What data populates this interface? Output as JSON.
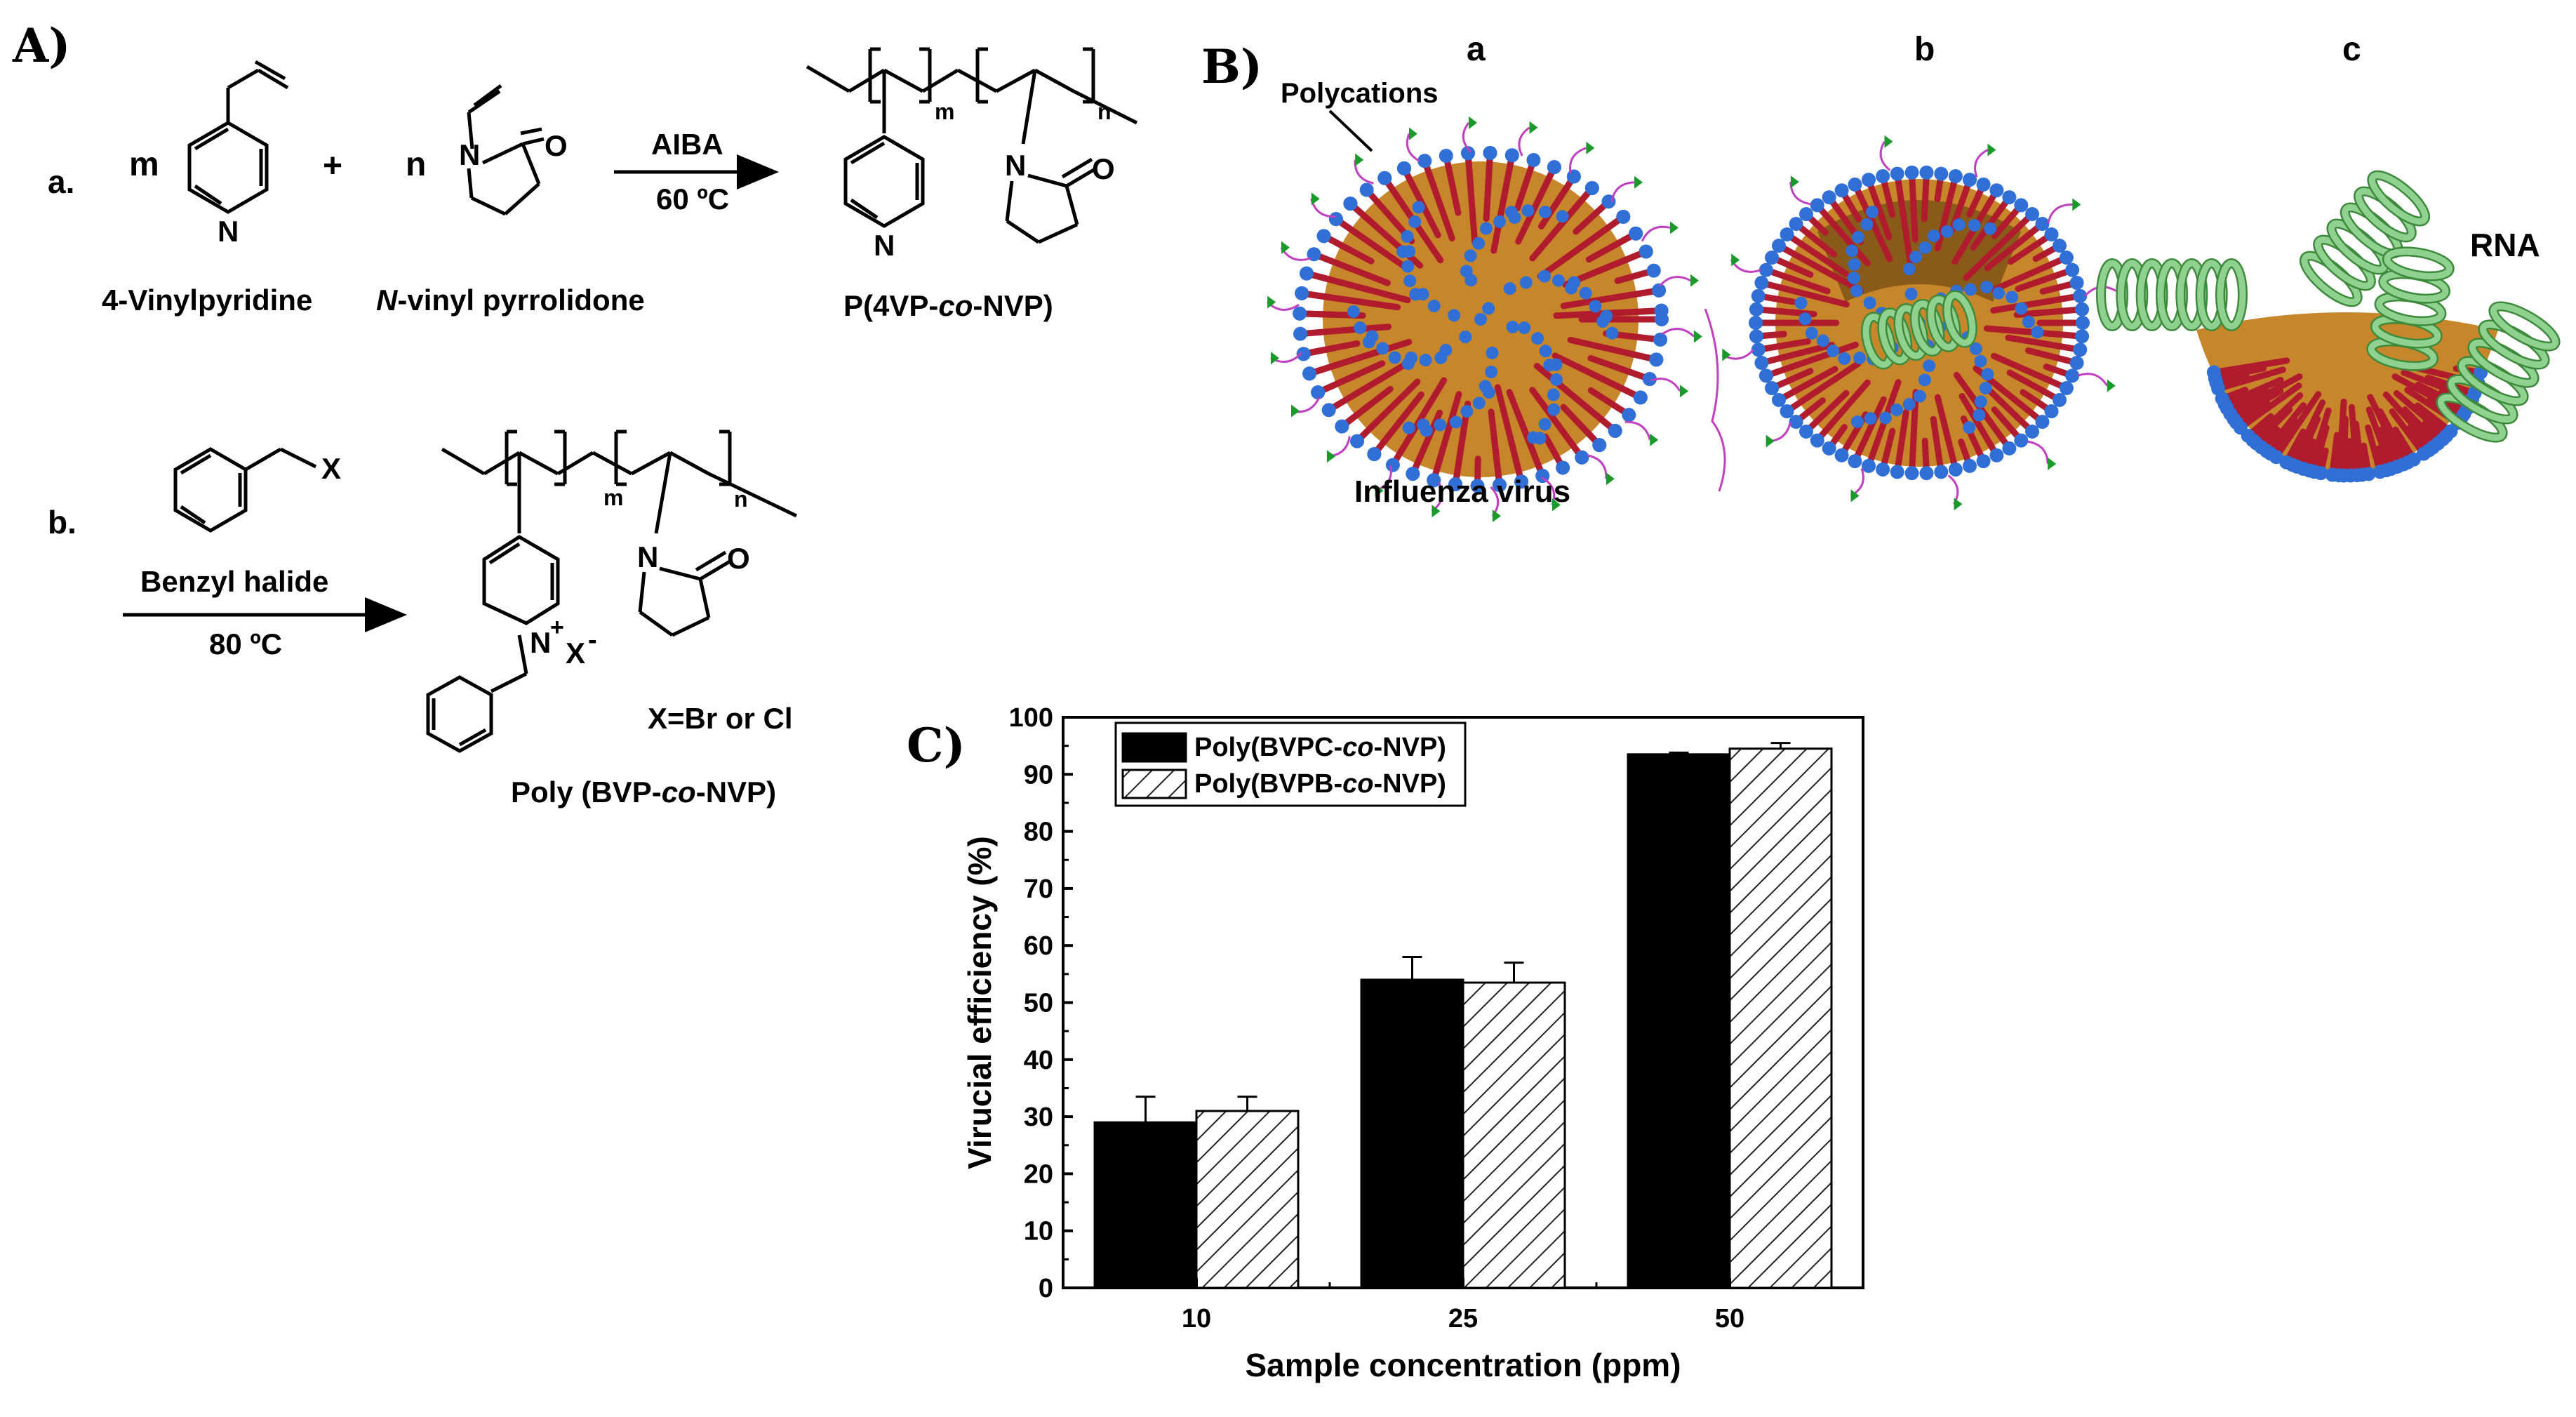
{
  "panelA": {
    "letter": "A)",
    "rowA": {
      "marker": "a.",
      "m": "m",
      "plus": "+",
      "n": "n",
      "n_atom": "N",
      "o_atom": "O",
      "reagent": "AIBA",
      "temp": "60 ºC",
      "sub_m": "m",
      "sub_n": "n",
      "name1": "4-Vinylpyridine",
      "name2_italic": "N",
      "name2_rest": "-vinyl pyrrolidone",
      "product_pre": "P(4VP-",
      "product_co": "co",
      "product_post": "-NVP)"
    },
    "rowB": {
      "marker": "b.",
      "x": "X",
      "reagent": "Benzyl halide",
      "temp": "80 ºC",
      "n_plus": "N",
      "plus": "+",
      "x_minus": "X",
      "minus": "-",
      "sub_m": "m",
      "sub_n": "n",
      "o_atom": "O",
      "n_atom": "N",
      "halide": "X=Br or Cl",
      "product_pre": "Poly (BVP-",
      "product_co": "co",
      "product_post": "-NVP)"
    }
  },
  "panelB": {
    "letter": "B)",
    "sub_a": "a",
    "sub_b": "b",
    "sub_c": "c",
    "polycations": "Polycations",
    "influenza": "Influenza virus",
    "rna": "RNA",
    "colors": {
      "core": "#c8862a",
      "spike": "#b01c2e",
      "head": "#2f6fd6",
      "rna": "#8fd18f",
      "tail": "#c040c0",
      "tip": "#1a9a2a"
    }
  },
  "panelC": {
    "letter": "C)",
    "legend": [
      {
        "pre": "Poly(BVPC-",
        "co": "co",
        "post": "-NVP)"
      },
      {
        "pre": "Poly(BVPB-",
        "co": "co",
        "post": "-NVP)"
      }
    ],
    "y_ticks": [
      "0",
      "10",
      "20",
      "30",
      "40",
      "50",
      "60",
      "70",
      "80",
      "90",
      "100"
    ],
    "x_ticks": [
      "10",
      "25",
      "50"
    ]
  },
  "chart_data": {
    "type": "bar",
    "categories": [
      "10",
      "25",
      "50"
    ],
    "series": [
      {
        "name": "Poly(BVPC-co-NVP)",
        "values": [
          29,
          54,
          93.5
        ],
        "errors": [
          4.5,
          4,
          0.3
        ]
      },
      {
        "name": "Poly(BVPB-co-NVP)",
        "values": [
          31,
          53.5,
          94.5
        ],
        "errors": [
          2.5,
          3.5,
          1
        ]
      }
    ],
    "title": "",
    "xlabel": "Sample concentration (ppm)",
    "ylabel": "Virucial efficiency (%)",
    "ylim": [
      0,
      100
    ],
    "grid": false,
    "legend": "top-left"
  }
}
